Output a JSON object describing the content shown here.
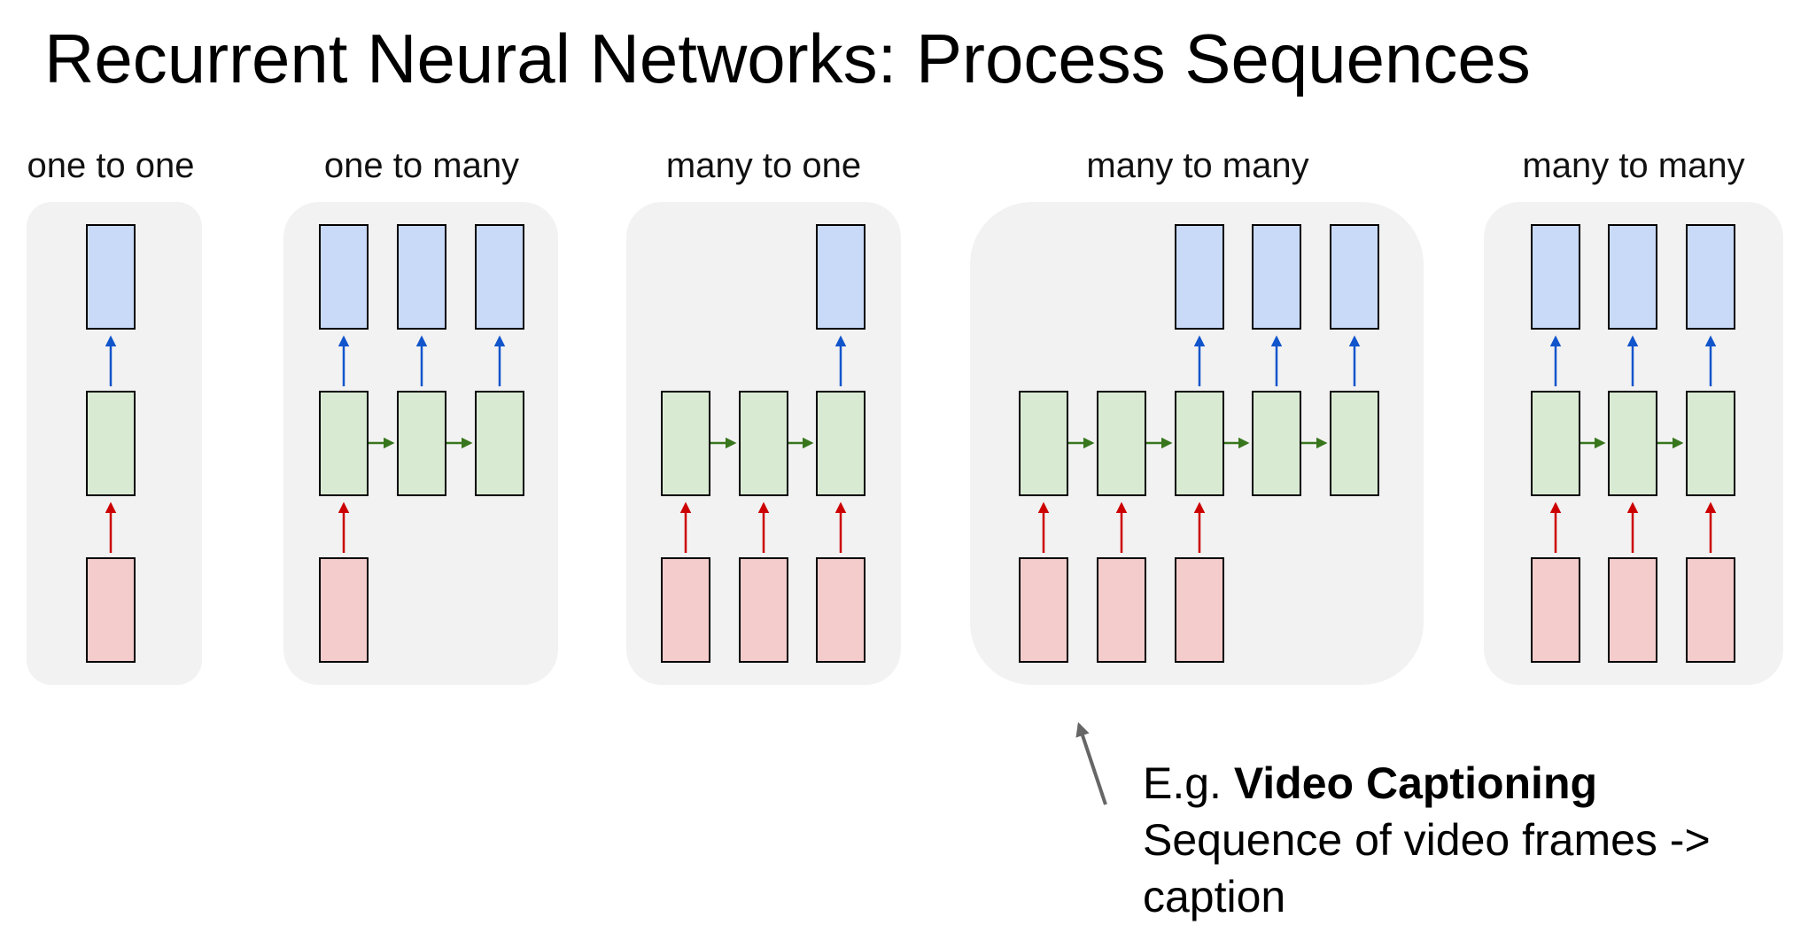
{
  "slide": {
    "title": "Recurrent Neural Networks: Process Sequences"
  },
  "panels": [
    {
      "label": "one to one"
    },
    {
      "label": "one to many"
    },
    {
      "label": "many to one"
    },
    {
      "label": "many to many"
    },
    {
      "label": "many to many"
    }
  ],
  "note": {
    "prefix": "E.g. ",
    "highlight": "Video Captioning",
    "line2": "Sequence of video frames ->",
    "line3": "caption"
  },
  "colors": {
    "panel_bg": "#f2f2f2",
    "output_fill": "#c9daf8",
    "hidden_fill": "#d9ead3",
    "input_fill": "#f4cccc",
    "output_arrow": "#1155cc",
    "input_arrow": "#cc0000",
    "recurrent_arrow": "#38761d",
    "pointer_arrow": "#666666"
  }
}
